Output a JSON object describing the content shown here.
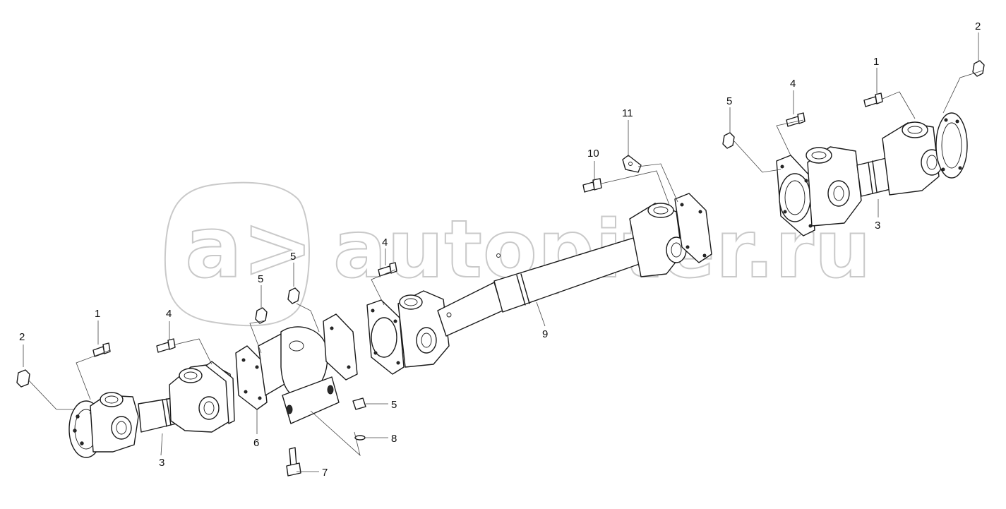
{
  "diagram": {
    "callouts": {
      "c1_left": "1",
      "c2_left": "2",
      "c3_left": "3",
      "c4_left": "4",
      "c5_a": "5",
      "c5_b": "5",
      "c4_mid": "4",
      "c6": "6",
      "c5_right": "5",
      "c8": "8",
      "c7": "7",
      "c9": "9",
      "c10": "10",
      "c11": "11",
      "c5_top": "5",
      "c4_top": "4",
      "c1_top": "1",
      "c2_top": "2",
      "c3_right": "3"
    }
  },
  "watermark": {
    "logo": "a>",
    "text": "autopiter.ru"
  },
  "colors": {
    "line": "#1a1a1a",
    "watermark": "#c9c9c9",
    "background": "#ffffff"
  }
}
